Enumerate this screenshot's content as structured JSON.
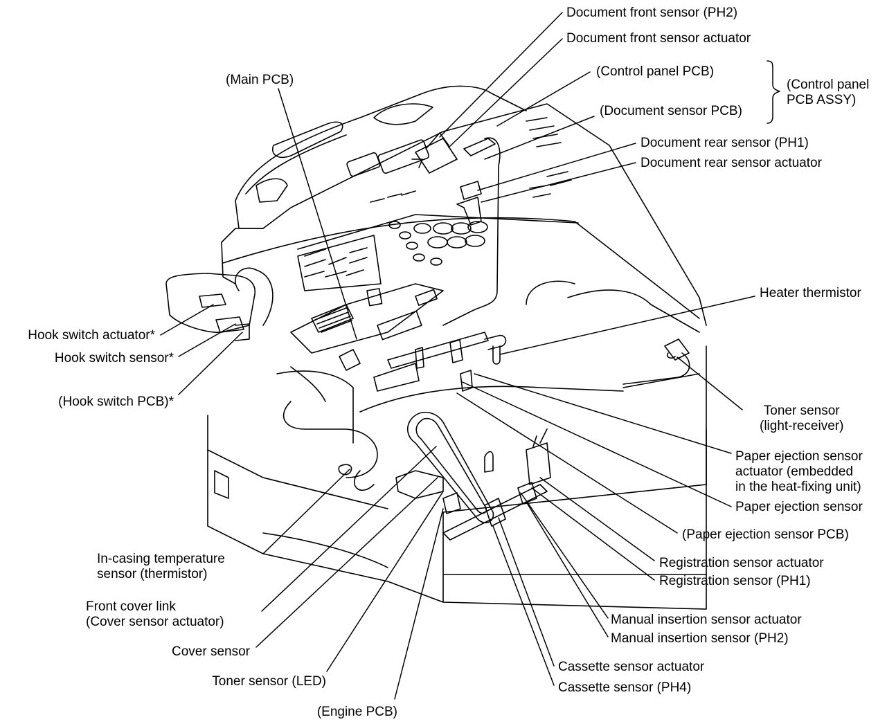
{
  "labels": {
    "doc_front_sensor": "Document front sensor (PH2)",
    "doc_front_actuator": "Document front sensor actuator",
    "main_pcb": "(Main PCB)",
    "control_panel_pcb": "(Control panel PCB)",
    "control_panel_assy": "(Control panel\nPCB ASSY)",
    "doc_sensor_pcb": "(Document sensor PCB)",
    "doc_rear_sensor": "Document rear sensor (PH1)",
    "doc_rear_actuator": "Document rear sensor actuator",
    "heater_thermistor": "Heater thermistor",
    "hook_switch_actuator": "Hook switch actuator*",
    "hook_switch_sensor": "Hook switch sensor*",
    "hook_switch_pcb": "(Hook switch PCB)*",
    "toner_sensor_receiver": "Toner sensor\n(light-receiver)",
    "paper_ejection_actuator": "Paper ejection sensor\nactuator (embedded\nin the heat-fixing unit)",
    "paper_ejection_sensor": "Paper ejection sensor",
    "paper_ejection_pcb": "(Paper ejection sensor PCB)",
    "registration_actuator": "Registration sensor actuator",
    "registration_sensor": "Registration sensor (PH1)",
    "in_casing_temp": "In-casing temperature\nsensor (thermistor)",
    "front_cover_link": "Front cover link\n(Cover sensor actuator)",
    "cover_sensor": "Cover sensor",
    "toner_sensor_led": "Toner sensor (LED)",
    "engine_pcb": "(Engine PCB)",
    "manual_insertion_actuator": "Manual insertion sensor actuator",
    "manual_insertion_sensor": "Manual insertion sensor (PH2)",
    "cassette_actuator": "Cassette sensor actuator",
    "cassette_sensor": "Cassette sensor (PH4)"
  },
  "colors": {
    "ink": "#000000",
    "paper": "#ffffff"
  }
}
